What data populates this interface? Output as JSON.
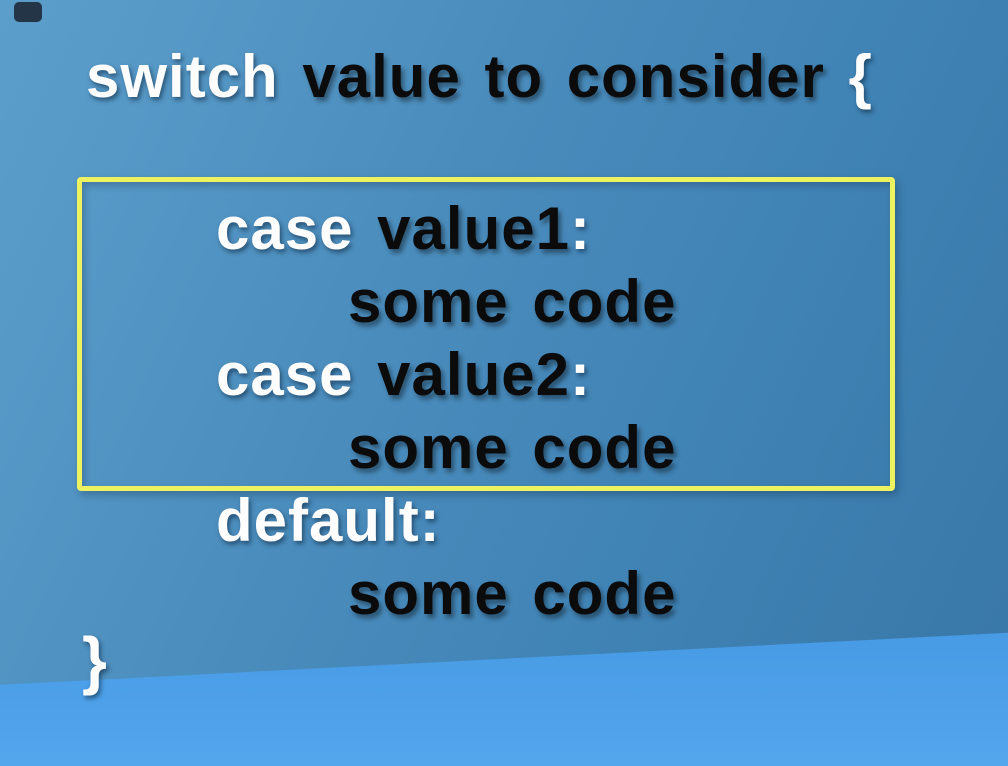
{
  "colors": {
    "background_top": "#4a8cbc",
    "background_bottom_band": "#4aa0e8",
    "highlight_border": "#eef25e",
    "keyword_text": "#fdfdfe",
    "code_text": "#0b0b0c"
  },
  "code": {
    "lines": [
      {
        "segments": [
          {
            "t": "switch"
          },
          {
            "t": " value to consider "
          },
          {
            "t": "{"
          }
        ]
      },
      {
        "segments": [
          {
            "t": "case"
          },
          {
            "t": " value1"
          },
          {
            "t": ":"
          }
        ]
      },
      {
        "segments": [
          {
            "t": "some code"
          }
        ]
      },
      {
        "segments": [
          {
            "t": "case"
          },
          {
            "t": " value2"
          },
          {
            "t": ":"
          }
        ]
      },
      {
        "segments": [
          {
            "t": "some code"
          }
        ]
      },
      {
        "segments": [
          {
            "t": "default:"
          }
        ]
      },
      {
        "segments": [
          {
            "t": "some code"
          }
        ]
      },
      {
        "segments": [
          {
            "t": "}"
          }
        ]
      }
    ],
    "highlight_box": {
      "border_color": "#eef25e",
      "covers_lines": [
        1,
        2,
        3,
        4
      ]
    }
  }
}
